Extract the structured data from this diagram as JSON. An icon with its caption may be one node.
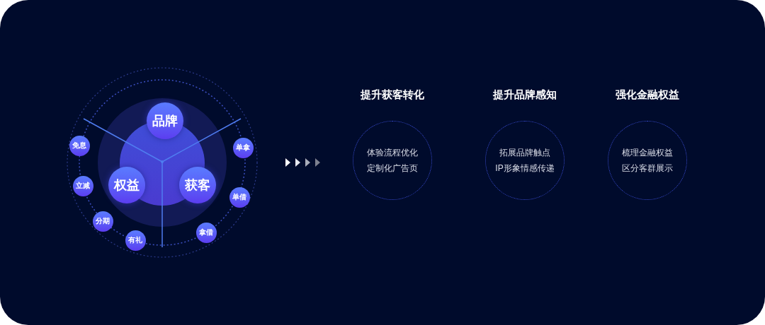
{
  "diagram": {
    "nodes": [
      {
        "text": [
          "品牌"
        ]
      },
      {
        "text": [
          "权益"
        ]
      },
      {
        "text": [
          "获客"
        ]
      },
      {
        "text": [
          "免息"
        ]
      },
      {
        "text": [
          "立减"
        ]
      },
      {
        "text": [
          "分期"
        ]
      },
      {
        "text": [
          "有礼"
        ]
      },
      {
        "text": [
          "单拿"
        ]
      },
      {
        "text": [
          "单借"
        ]
      },
      {
        "text": [
          "拿借"
        ]
      },
      {
        "text": [
          "提升获客转化",
          "体验流程优化",
          "定制化广告页"
        ]
      },
      {
        "text": [
          "提升品牌感知",
          "拓展品牌触点",
          "IP形象情感传递"
        ]
      },
      {
        "text": [
          "强化金融权益",
          "梳理金融权益",
          "区分客群展示"
        ]
      }
    ],
    "edges": []
  }
}
